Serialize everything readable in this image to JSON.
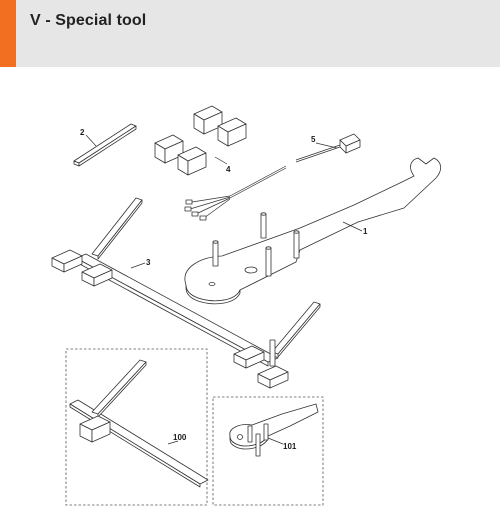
{
  "header": {
    "title": "V - Special tool",
    "accent_color": "#f26f21"
  },
  "callouts": [
    {
      "id": "callout-1",
      "label": "1"
    },
    {
      "id": "callout-2",
      "label": "2"
    },
    {
      "id": "callout-3",
      "label": "3"
    },
    {
      "id": "callout-4",
      "label": "4"
    },
    {
      "id": "callout-5",
      "label": "5"
    },
    {
      "id": "callout-100",
      "label": "100"
    },
    {
      "id": "callout-101",
      "label": "101"
    }
  ]
}
